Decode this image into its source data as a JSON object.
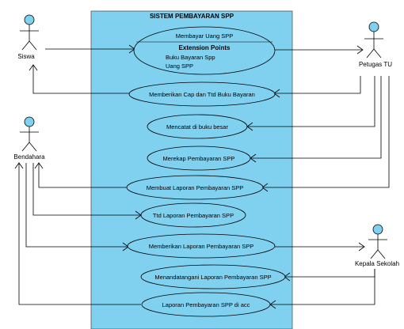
{
  "system": {
    "title": "SISTEM PEMBAYARAN SPP",
    "fill_color": "#80d0f0"
  },
  "actors": {
    "siswa": "Siswa",
    "petugas_tu": "Petugas TU",
    "bendahara": "Bendahara",
    "kepala_sekolah": "Kepala Sekolah"
  },
  "use_cases": {
    "membayar": {
      "name": "Membayar Uang SPP",
      "extension_points_title": "Extension Points",
      "extension_points": [
        "Buku Bayaran Spp",
        "Uang SPP"
      ]
    },
    "cap_ttd": "Memberikan Cap dan Ttd Buku Bayaran",
    "mencatat": "Mencatat di buku besar",
    "merekap": "Merekap Pembayaran SPP",
    "membuat_laporan": "Membuat Laporan Pembayaran SPP",
    "ttd_laporan": "Ttd Laporan Pembayaran SPP",
    "memberikan_laporan": "Memberikan Laporan Pembayaran SPP",
    "menandatangani": "Menandatangani Laporan Pembayaran SPP",
    "laporan_acc": "Laporan Pembayaran SPP di acc"
  },
  "colors": {
    "actor_head": "#80d0f0",
    "use_case_fill": "#80d0f0",
    "line": "#000000"
  }
}
